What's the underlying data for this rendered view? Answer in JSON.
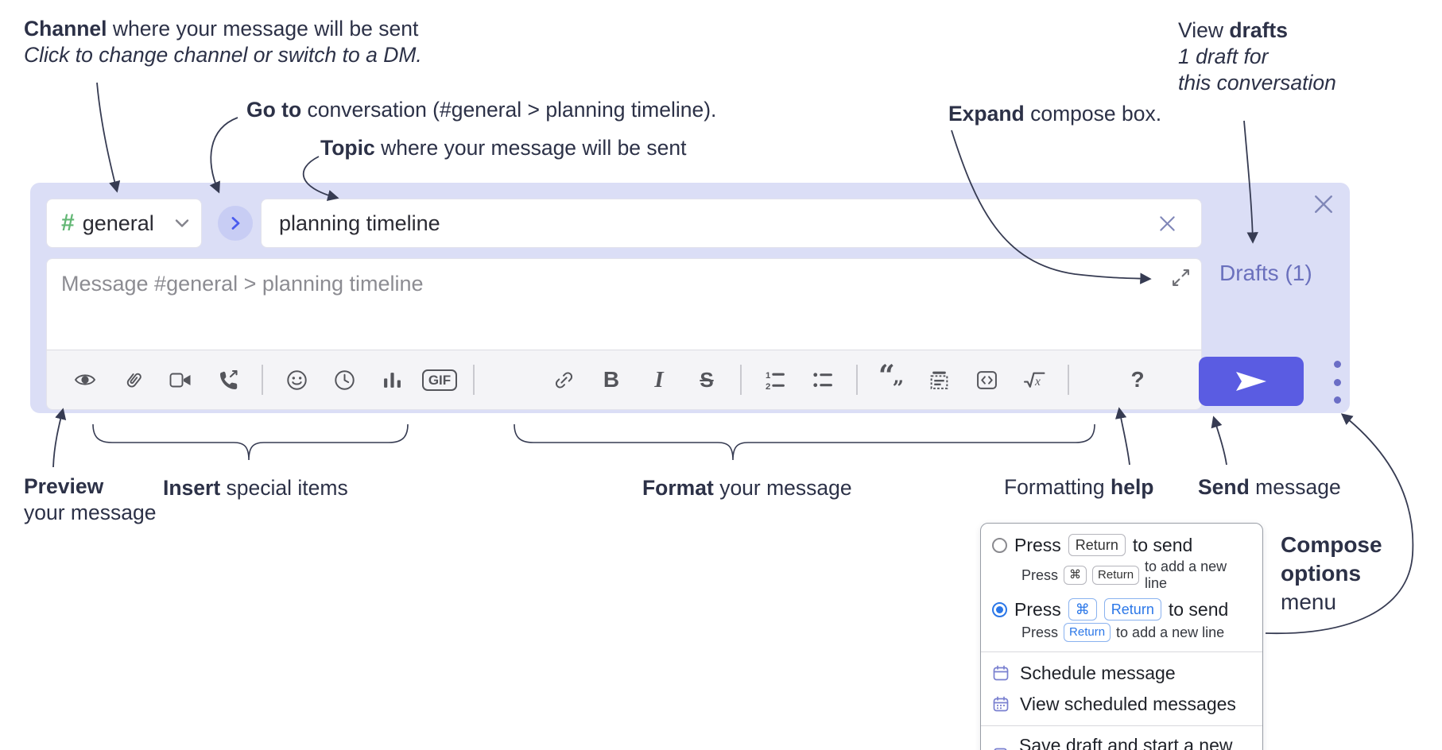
{
  "colors": {
    "compose_bg": "#dbdef6",
    "accent_send": "#5a5ce2",
    "drafts_link": "#6a70bd",
    "hash_green": "#63b775",
    "goto_circle_bg": "#c8cdf4",
    "goto_arrow": "#4a5bee",
    "icon_gray": "#54555b",
    "purple_icon": "#7a80d0",
    "radio_blue": "#2b77e8",
    "annotation": "#2c3147",
    "close_x": "#8087b8"
  },
  "ann": {
    "channel_b": "Channel",
    "channel_r": " where your message will be sent",
    "channel_i": "Click to change channel or switch to a DM.",
    "goto_b": "Go to",
    "goto_r": " conversation (#general > planning timeline).",
    "topic_b": "Topic",
    "topic_r": " where your message will be sent",
    "expand_b": "Expand",
    "expand_r": " compose box.",
    "drafts_r1a": "View ",
    "drafts_r1b": "drafts",
    "drafts_r2": "1 draft for",
    "drafts_r3": "this conversation",
    "preview_b": "Preview",
    "preview_r": "your message",
    "insert_b": "Insert",
    "insert_r": " special items",
    "format_b": "Format",
    "format_r": " your message",
    "help_a": "Formatting ",
    "help_b": "help",
    "send_b": "Send",
    "send_r": " message",
    "opts_l1": "Compose",
    "opts_l2": "options",
    "opts_l3": "menu"
  },
  "compose": {
    "channel_hash": "#",
    "channel_label": "general",
    "topic_value": "planning timeline",
    "message_placeholder": "Message #general > planning timeline",
    "drafts_label": "Drafts (1)",
    "toolbar": {
      "gif_label": "GIF",
      "bold_label": "B",
      "italic_label": "I",
      "strike_label": "S",
      "help_label": "?",
      "icons": [
        "eye-icon",
        "paperclip-icon",
        "video-camera-icon",
        "phone-call-icon",
        "smiley-icon",
        "clock-icon",
        "bar-chart-icon",
        "gif-icon",
        "link-icon",
        "bold-icon",
        "italic-icon",
        "strikethrough-icon",
        "numbered-list-icon",
        "bulleted-list-icon",
        "quote-icon",
        "spoiler-icon",
        "code-icon",
        "math-icon",
        "question-icon"
      ]
    }
  },
  "menu": {
    "opt1": {
      "press": "Press",
      "kbd": "Return",
      "rest": "to send",
      "sub_press": "Press",
      "sub_kbd1": "⌘",
      "sub_kbd2": "Return",
      "sub_rest": "to add a new line"
    },
    "opt2": {
      "press": "Press",
      "kbd1": "⌘",
      "kbd2": "Return",
      "rest": "to send",
      "sub_press": "Press",
      "sub_kbd": "Return",
      "sub_rest": "to add a new line"
    },
    "items": [
      {
        "label": "Schedule message"
      },
      {
        "label": "View scheduled messages"
      },
      {
        "label": "Save draft and start a new message"
      }
    ]
  }
}
